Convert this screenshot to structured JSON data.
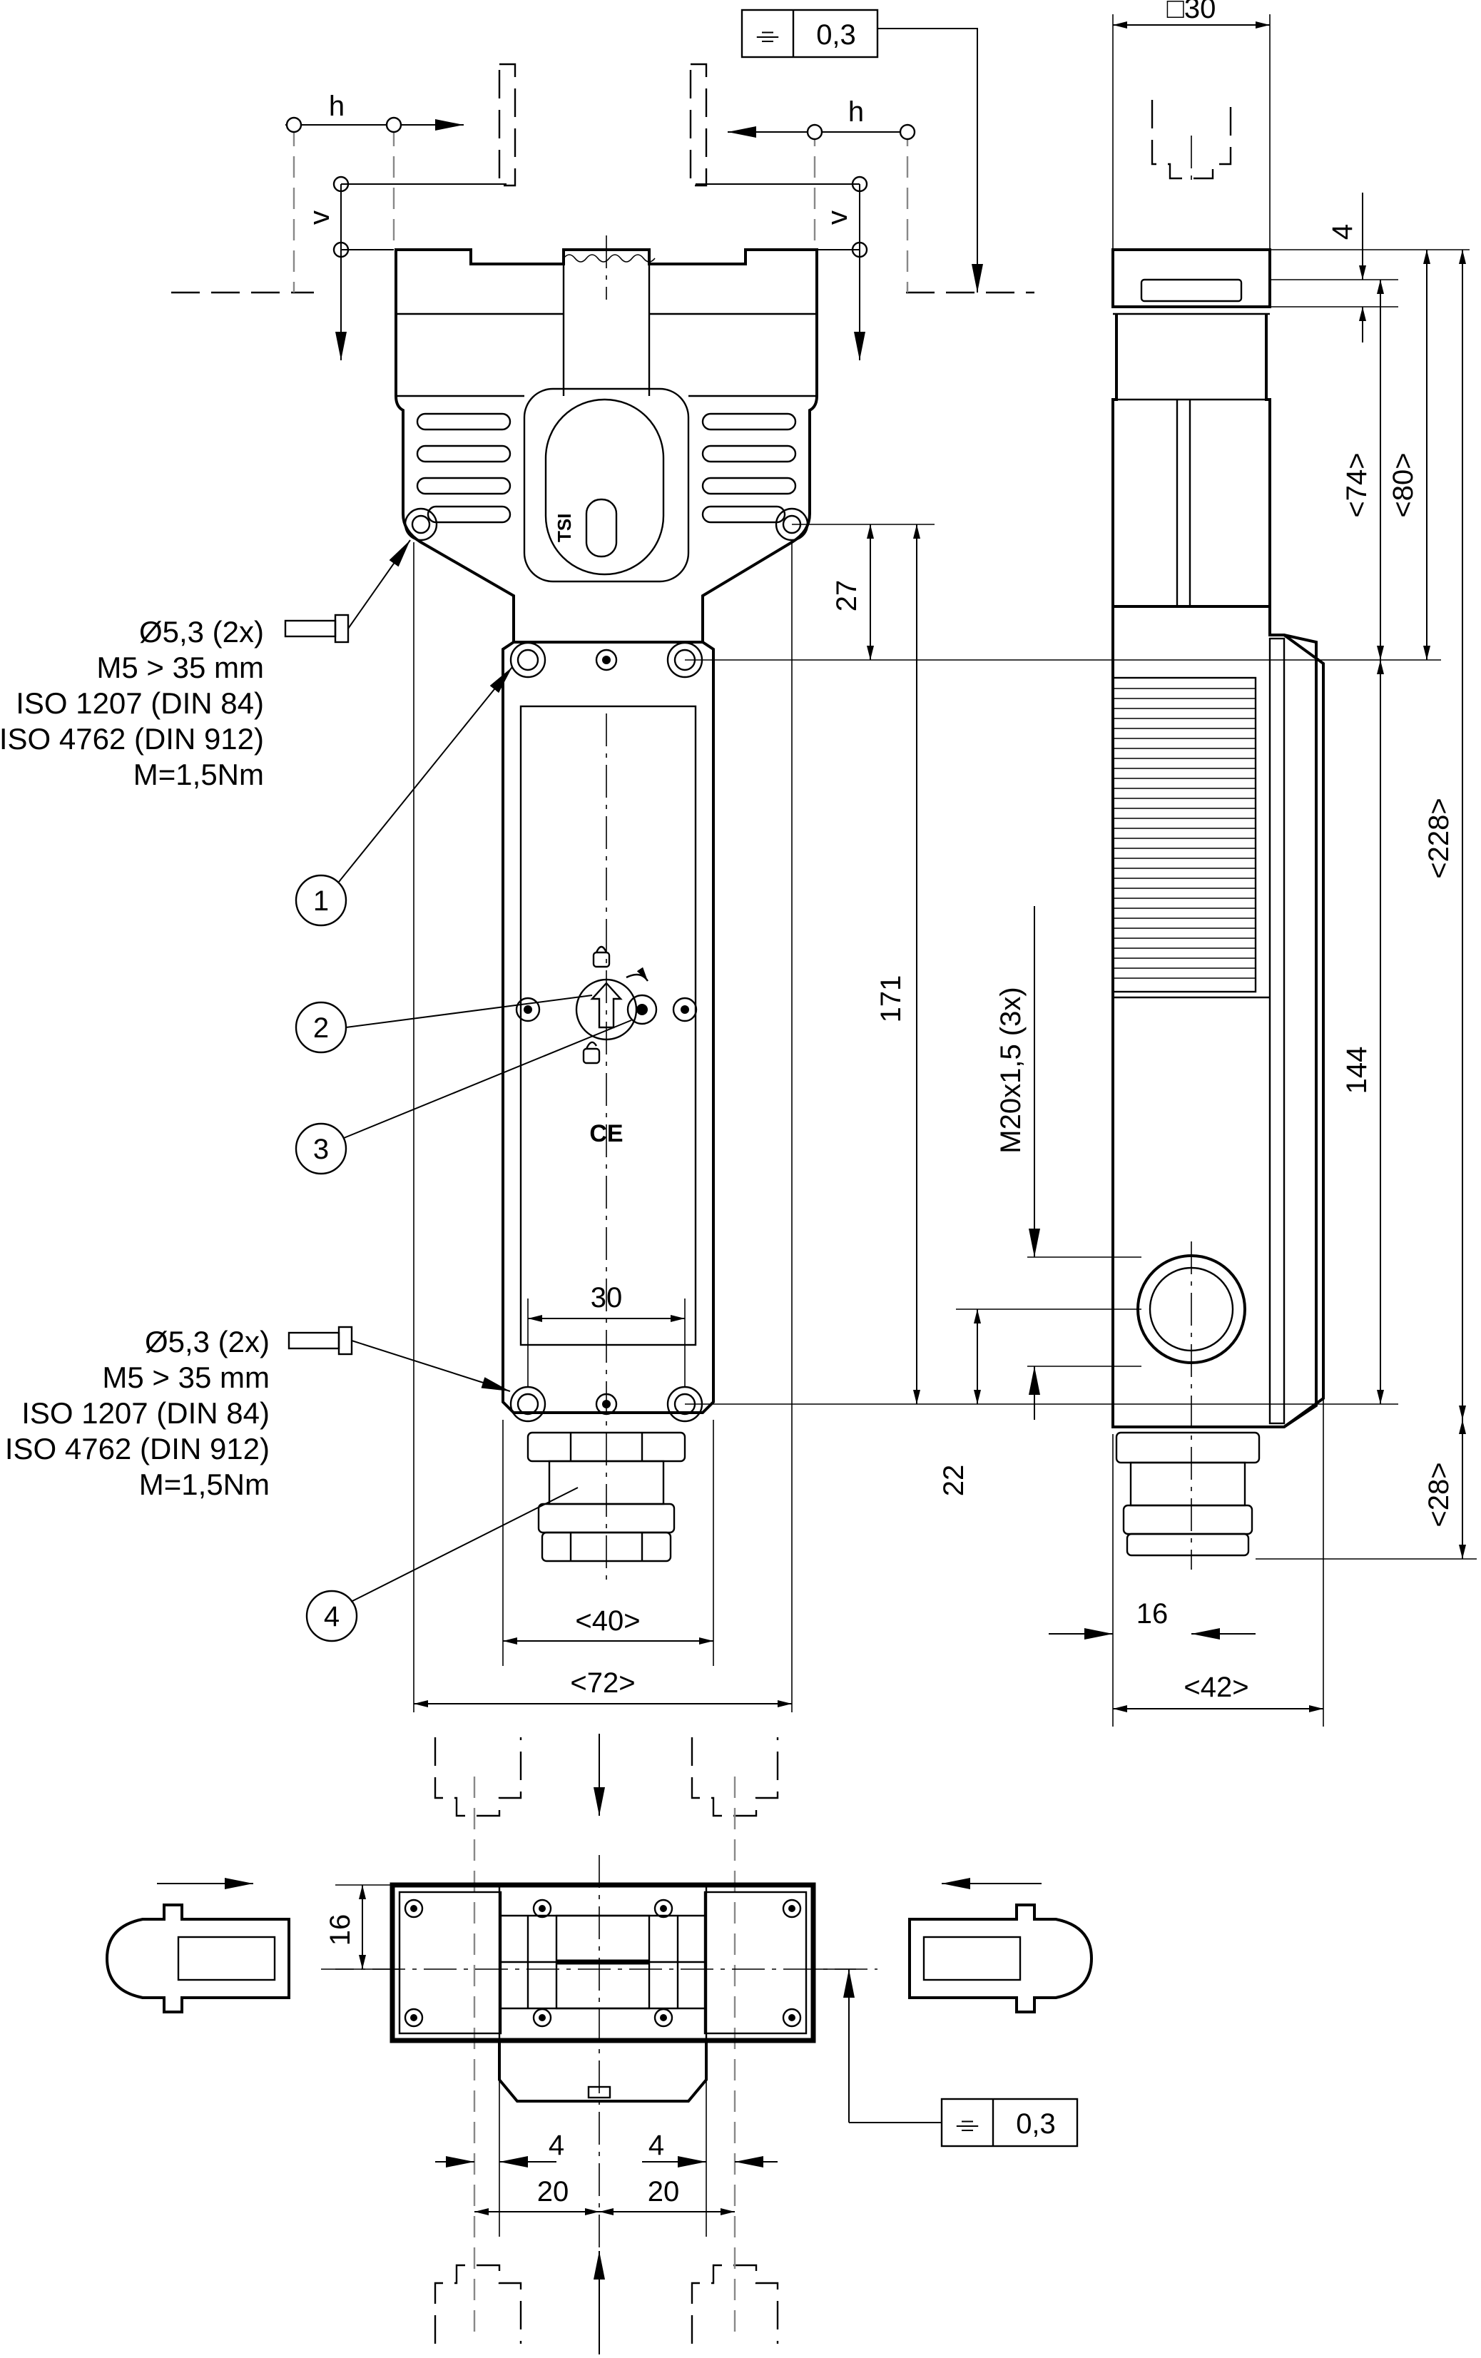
{
  "tolerance_top": {
    "symbol": "⌯",
    "value": "0,3"
  },
  "tolerance_bottom": {
    "symbol": "⌯",
    "value": "0,3"
  },
  "square_dim": "□30",
  "letters": {
    "h": "h",
    "v": "v"
  },
  "screw_note_top": [
    "Ø5,3 (2x)",
    "M5 > 35 mm",
    "ISO 1207 (DIN 84)",
    "ISO 4762 (DIN 912)",
    "M=1,5Nm"
  ],
  "screw_note_bottom": [
    "Ø5,3 (2x)",
    "M5 > 35 mm",
    "ISO 1207 (DIN 84)",
    "ISO 4762 (DIN 912)",
    "M=1,5Nm"
  ],
  "callouts": [
    "1",
    "2",
    "3",
    "4"
  ],
  "front_dims": {
    "d27": "27",
    "d171": "171",
    "d30": "30",
    "d40": "<40>",
    "d72": "<72>",
    "thread": "M20x1,5 (3x)",
    "d22": "22"
  },
  "side_dims": {
    "d4": "4",
    "d74": "<74>",
    "d80": "<80>",
    "d228": "<228>",
    "d144": "144",
    "d28": "<28>",
    "d16": "16",
    "d42": "<42>"
  },
  "bottom_dims": {
    "d16": "16",
    "d4a": "4",
    "d4b": "4",
    "d20a": "20",
    "d20b": "20"
  },
  "ce_mark": "CE"
}
